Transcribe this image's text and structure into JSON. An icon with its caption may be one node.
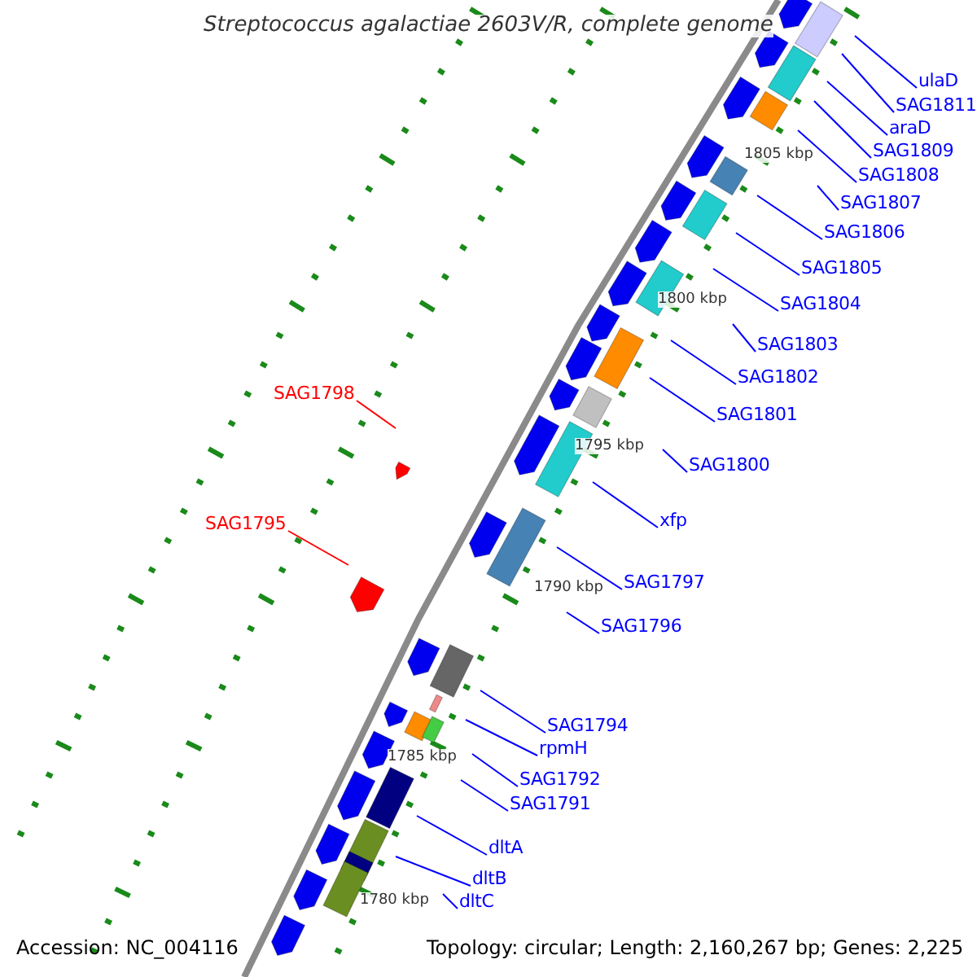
{
  "diagram": {
    "title": "Streptococcus agalactiae 2603V/R, complete genome",
    "nodes": [
      {
        "text": [
          "ulaD"
        ]
      },
      {
        "text": [
          "SAG1811"
        ]
      },
      {
        "text": [
          "araD"
        ]
      },
      {
        "text": [
          "SAG1809"
        ]
      },
      {
        "text": [
          "SAG1808"
        ]
      },
      {
        "text": [
          "SAG1807"
        ]
      },
      {
        "text": [
          "SAG1806"
        ]
      },
      {
        "text": [
          "SAG1805"
        ]
      },
      {
        "text": [
          "SAG1804"
        ]
      },
      {
        "text": [
          "SAG1803"
        ]
      },
      {
        "text": [
          "SAG1802"
        ]
      },
      {
        "text": [
          "SAG1798"
        ]
      },
      {
        "text": [
          "SAG1801"
        ]
      },
      {
        "text": [
          "SAG1800"
        ]
      },
      {
        "text": [
          "xfp"
        ]
      },
      {
        "text": [
          "SAG1795"
        ]
      },
      {
        "text": [
          "SAG1797"
        ]
      },
      {
        "text": [
          "SAG1796"
        ]
      },
      {
        "text": [
          "SAG1794"
        ]
      },
      {
        "text": [
          "rpmH"
        ]
      },
      {
        "text": [
          "SAG1792"
        ]
      },
      {
        "text": [
          "SAG1791"
        ]
      },
      {
        "text": [
          "dltA"
        ]
      },
      {
        "text": [
          "dltB"
        ]
      },
      {
        "text": [
          "dltC"
        ]
      }
    ],
    "edges": [
      {
        "from": 0,
        "to": null,
        "arrow": "none"
      },
      {
        "from": 1,
        "to": null,
        "arrow": "none"
      },
      {
        "from": 2,
        "to": null,
        "arrow": "none"
      },
      {
        "from": 3,
        "to": null,
        "arrow": "none"
      },
      {
        "from": 4,
        "to": null,
        "arrow": "none"
      },
      {
        "from": 5,
        "to": null,
        "arrow": "none"
      },
      {
        "from": 6,
        "to": null,
        "arrow": "none"
      },
      {
        "from": 7,
        "to": null,
        "arrow": "none"
      },
      {
        "from": 8,
        "to": null,
        "arrow": "none"
      },
      {
        "from": 9,
        "to": null,
        "arrow": "none"
      },
      {
        "from": 10,
        "to": null,
        "arrow": "none"
      },
      {
        "from": 11,
        "to": null,
        "arrow": "none",
        "color": "#ff0000"
      },
      {
        "from": 12,
        "to": null,
        "arrow": "none"
      },
      {
        "from": 13,
        "to": null,
        "arrow": "none"
      },
      {
        "from": 14,
        "to": null,
        "arrow": "none"
      },
      {
        "from": 15,
        "to": null,
        "arrow": "none",
        "color": "#ff0000"
      },
      {
        "from": 16,
        "to": null,
        "arrow": "none"
      },
      {
        "from": 17,
        "to": null,
        "arrow": "none"
      },
      {
        "from": 18,
        "to": null,
        "arrow": "none"
      },
      {
        "from": 19,
        "to": null,
        "arrow": "none"
      },
      {
        "from": 20,
        "to": null,
        "arrow": "none"
      },
      {
        "from": 21,
        "to": null,
        "arrow": "none"
      },
      {
        "from": 22,
        "to": null,
        "arrow": "none"
      },
      {
        "from": 23,
        "to": null,
        "arrow": "none"
      },
      {
        "from": 24,
        "to": null,
        "arrow": "none"
      }
    ],
    "labels": [
      "1805 kbp",
      "1800 kbp",
      "1795 kbp",
      "1790 kbp",
      "1785 kbp",
      "1780 kbp",
      "Accession: NC_004116",
      "Topology: circular; Length: 2,160,267 bp; Genes: 2,225"
    ]
  }
}
